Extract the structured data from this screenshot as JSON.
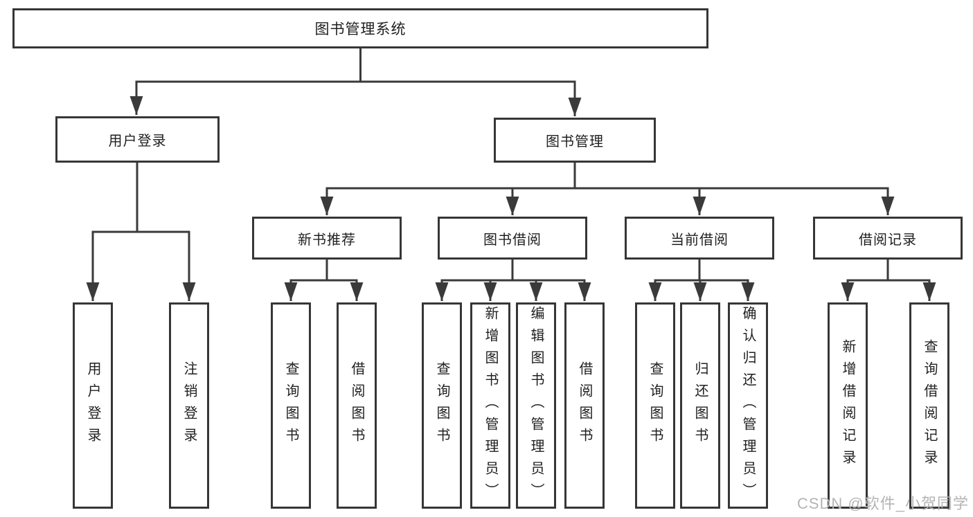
{
  "tree": {
    "root": "图书管理系统",
    "user_login": {
      "label": "用户登录",
      "children": [
        "用户登录",
        "注销登录"
      ]
    },
    "book_mgmt": {
      "label": "图书管理",
      "children": {
        "new_books": {
          "label": "新书推荐",
          "children": [
            "查询图书",
            "借阅图书"
          ]
        },
        "book_borrow": {
          "label": "图书借阅",
          "children": [
            "查询图书",
            "新增图书（管理员）",
            "编辑图书（管理员）",
            "借阅图书"
          ]
        },
        "current_borrow": {
          "label": "当前借阅",
          "children": [
            "查询图书",
            "归还图书",
            "确认归还（管理员）"
          ]
        },
        "borrow_records": {
          "label": "借阅记录",
          "children": [
            "新增借阅记录",
            "查询借阅记录"
          ]
        }
      }
    }
  },
  "watermark": "CSDN @软件_小贺同学",
  "colors": {
    "line": "#3a3a3a",
    "box_border": "#363636",
    "text": "#1f1f1f",
    "background": "#ffffff",
    "watermark": "#b4b4b4"
  }
}
